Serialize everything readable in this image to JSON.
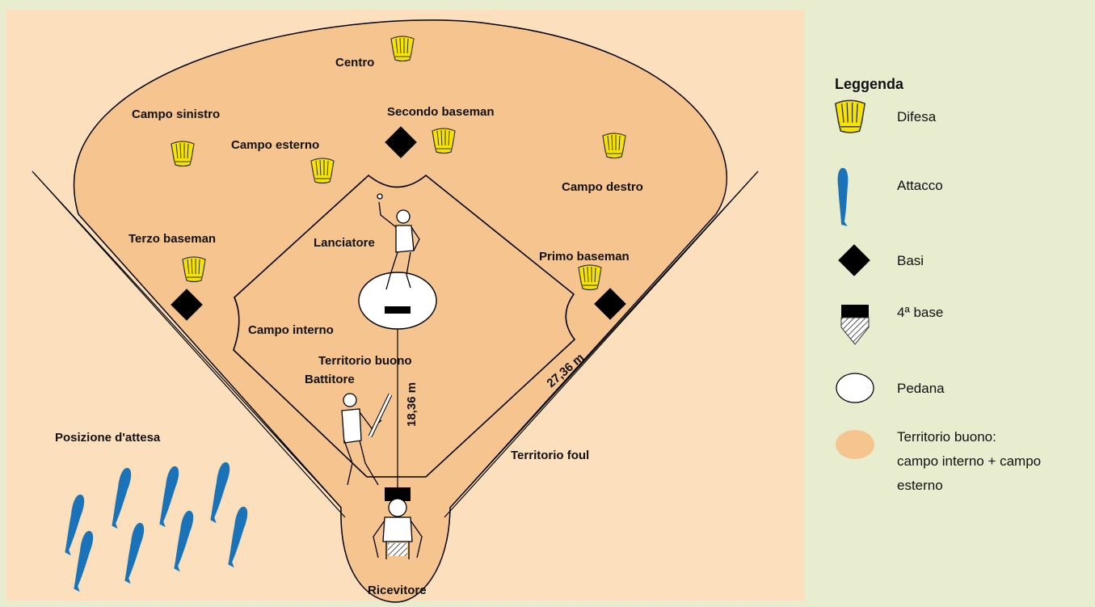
{
  "field": {
    "labels": {
      "center": "Centro",
      "left_field": "Campo sinistro",
      "second_baseman": "Secondo baseman",
      "outfield": "Campo esterno",
      "right_field": "Campo destro",
      "third_baseman": "Terzo baseman",
      "pitcher": "Lanciatore",
      "first_baseman": "Primo baseman",
      "infield": "Campo interno",
      "fair_territory": "Territorio buono",
      "batter": "Battitore",
      "waiting_position": "Posizione d'attesa",
      "foul_territory": "Territorio foul",
      "catcher": "Ricevitore",
      "distance_pitch": "18,36 m",
      "distance_bases": "27,36 m"
    }
  },
  "legend": {
    "title": "Leggenda",
    "items": [
      {
        "icon": "defense-icon",
        "label": "Difesa"
      },
      {
        "icon": "attack-icon",
        "label": "Attacco"
      },
      {
        "icon": "base-icon",
        "label": "Basi"
      },
      {
        "icon": "home-plate-icon",
        "label": "4ª base"
      },
      {
        "icon": "pitchers-mound-icon",
        "label": "Pedana"
      },
      {
        "icon": "fair-territory-swatch",
        "label": "Territorio buono:",
        "label_line2": "campo interno + campo",
        "label_line3": "esterno"
      }
    ]
  },
  "colors": {
    "page_bg": "#e8edd0",
    "field_bg": "#fce0bd",
    "fair_territory": "#f6c48e",
    "defense": "#f7e300",
    "attack": "#1a73b8"
  }
}
